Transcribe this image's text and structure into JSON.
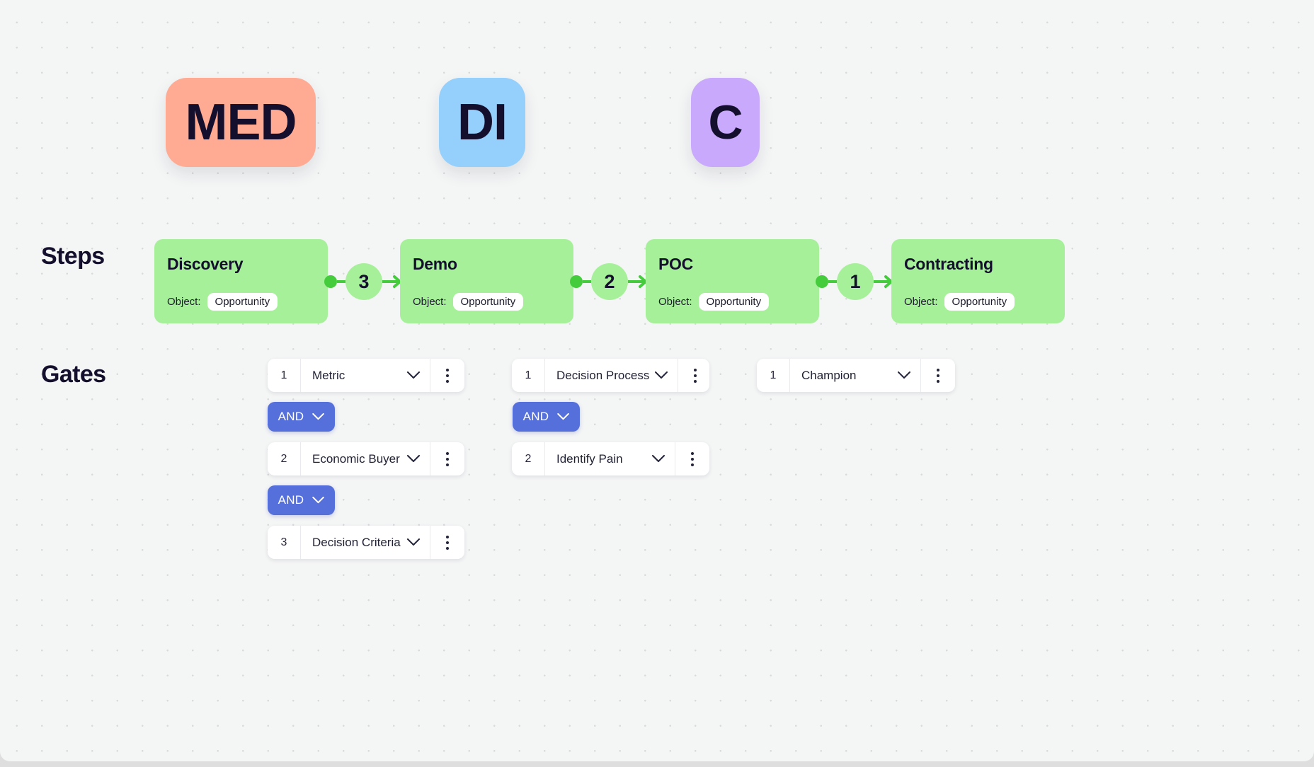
{
  "canvas": {
    "background_color": "#f4f5f5",
    "dot_color": "#d8dadb"
  },
  "method_cards": [
    {
      "label": "MED",
      "color": "#ffab93",
      "name": "method-card-med"
    },
    {
      "label": "DI",
      "color": "#95cffc",
      "name": "method-card-di"
    },
    {
      "label": "C",
      "color": "#c9a9fb",
      "name": "method-card-c"
    }
  ],
  "steps_section": {
    "label": "Steps",
    "card_color": "#a7f09a",
    "connector_color": "#44cc3d",
    "object_label": "Object:",
    "cards": [
      {
        "title": "Discovery",
        "object_label": "Object:",
        "object_value": "Opportunity"
      },
      {
        "title": "Demo",
        "object_label": "Object:",
        "object_value": "Opportunity"
      },
      {
        "title": "POC",
        "object_label": "Object:",
        "object_value": "Opportunity"
      },
      {
        "title": "Contracting",
        "object_label": "Object:",
        "object_value": "Opportunity"
      }
    ],
    "connectors": [
      {
        "count": "3"
      },
      {
        "count": "2"
      },
      {
        "count": "1"
      }
    ]
  },
  "gates_section": {
    "label": "Gates",
    "and_color": "#5570db",
    "columns": [
      {
        "rows": [
          {
            "num": "1",
            "label": "Metric"
          },
          {
            "num": "2",
            "label": "Economic Buyer"
          },
          {
            "num": "3",
            "label": "Decision Criteria"
          }
        ],
        "operators": [
          {
            "label": "AND"
          },
          {
            "label": "AND"
          }
        ]
      },
      {
        "rows": [
          {
            "num": "1",
            "label": "Decision Process"
          },
          {
            "num": "2",
            "label": "Identify Pain"
          }
        ],
        "operators": [
          {
            "label": "AND"
          }
        ]
      },
      {
        "rows": [
          {
            "num": "1",
            "label": "Champion"
          }
        ],
        "operators": []
      }
    ]
  }
}
